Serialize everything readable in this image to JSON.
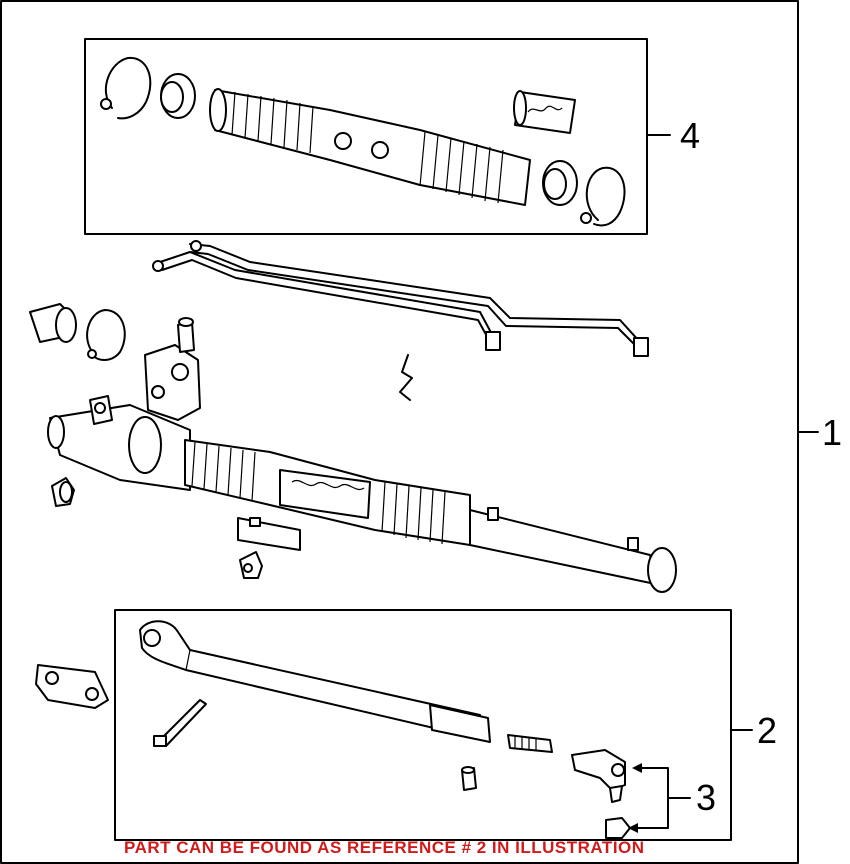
{
  "callouts": {
    "ref1": "1",
    "ref2": "2",
    "ref3": "3",
    "ref4": "4"
  },
  "footer_note": "PART CAN BE FOUND AS REFERENCE # 2 IN ILLUSTRATION",
  "colors": {
    "line": "#000000",
    "background": "#ffffff",
    "note": "#d11b1b"
  }
}
